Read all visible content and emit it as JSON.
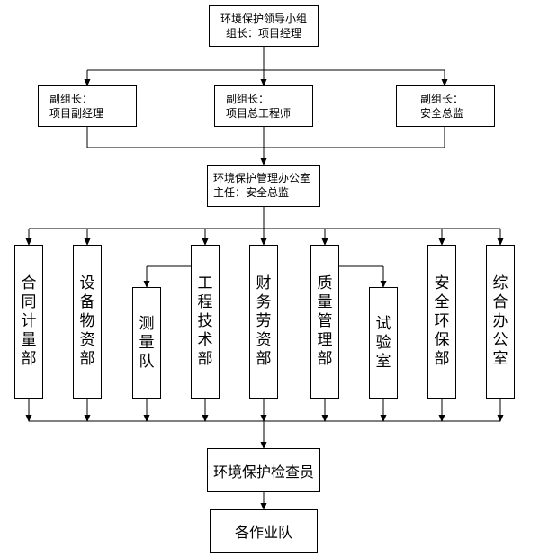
{
  "top_box": {
    "line1": "环境保护领导小组",
    "line2": "组长：项目经理"
  },
  "deputies": [
    {
      "line1": "副组长：",
      "line2": "项目副经理"
    },
    {
      "line1": "副组长：",
      "line2": "项目总工程师"
    },
    {
      "line1": "副组长：",
      "line2": "安全总监"
    }
  ],
  "office_box": {
    "line1": "环境保护管理办公室",
    "line2": "主任：安全总监"
  },
  "departments": [
    "合同计量部",
    "设备物资部",
    "测量队",
    "工程技术部",
    "财务劳资部",
    "质量管理部",
    "试验室",
    "安全环保部",
    "综合办公室"
  ],
  "inspector_box": "环境保护检查员",
  "teams_box": "各作业队",
  "colors": {
    "line": "#000000",
    "box_border": "#000000",
    "background": "#ffffff"
  }
}
